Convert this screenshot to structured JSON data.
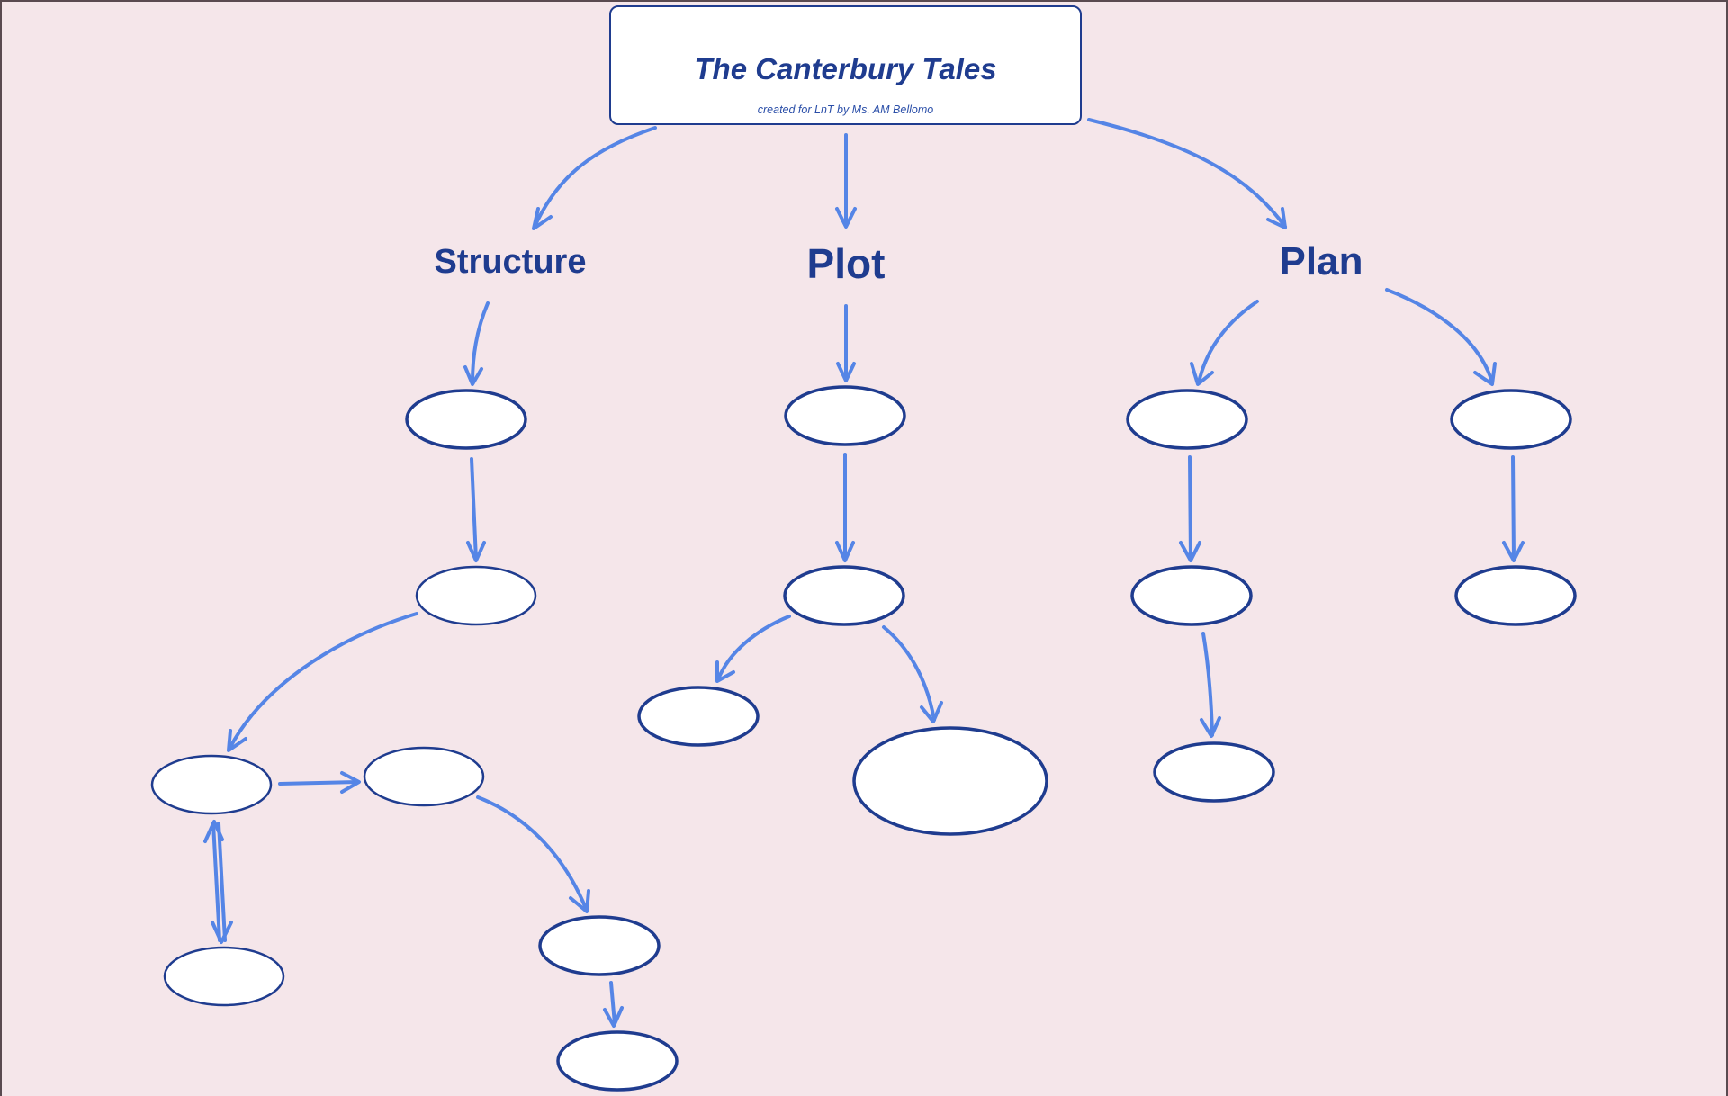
{
  "title_box": {
    "title": "The Canterbury Tales",
    "subtitle": "created for LnT by Ms. AM Bellomo"
  },
  "branches": [
    {
      "id": "structure",
      "label": "Structure"
    },
    {
      "id": "plot",
      "label": "Plot"
    },
    {
      "id": "plan",
      "label": "Plan"
    }
  ],
  "colors": {
    "background": "#f5e6ea",
    "text_dark_blue": "#1f3c8f",
    "arrow_blue": "#5585e6",
    "node_fill": "#ffffff",
    "node_stroke": "#1f3c8f"
  },
  "nodes": [
    {
      "id": "s1",
      "branch": "structure",
      "text": ""
    },
    {
      "id": "s2",
      "branch": "structure",
      "text": ""
    },
    {
      "id": "s3",
      "branch": "structure",
      "text": ""
    },
    {
      "id": "s4",
      "branch": "structure",
      "text": ""
    },
    {
      "id": "s5",
      "branch": "structure",
      "text": ""
    },
    {
      "id": "s6",
      "branch": "structure",
      "text": ""
    },
    {
      "id": "s7",
      "branch": "structure",
      "text": ""
    },
    {
      "id": "p1",
      "branch": "plot",
      "text": ""
    },
    {
      "id": "p2",
      "branch": "plot",
      "text": ""
    },
    {
      "id": "p3",
      "branch": "plot",
      "text": ""
    },
    {
      "id": "p4",
      "branch": "plot",
      "text": ""
    },
    {
      "id": "l1",
      "branch": "plan",
      "text": ""
    },
    {
      "id": "l2",
      "branch": "plan",
      "text": ""
    },
    {
      "id": "l3",
      "branch": "plan",
      "text": ""
    },
    {
      "id": "r1",
      "branch": "plan",
      "text": ""
    },
    {
      "id": "r2",
      "branch": "plan",
      "text": ""
    }
  ],
  "edges": [
    {
      "from": "title",
      "to": "structure",
      "type": "arrow"
    },
    {
      "from": "title",
      "to": "plot",
      "type": "arrow"
    },
    {
      "from": "title",
      "to": "plan",
      "type": "arrow"
    },
    {
      "from": "structure",
      "to": "s1",
      "type": "arrow"
    },
    {
      "from": "s1",
      "to": "s2",
      "type": "arrow"
    },
    {
      "from": "s2",
      "to": "s3",
      "type": "arrow"
    },
    {
      "from": "s3",
      "to": "s4",
      "type": "arrow"
    },
    {
      "from": "s3",
      "to": "s5",
      "type": "double-arrow"
    },
    {
      "from": "s4",
      "to": "s6",
      "type": "arrow"
    },
    {
      "from": "s6",
      "to": "s7",
      "type": "arrow"
    },
    {
      "from": "plot",
      "to": "p1",
      "type": "arrow"
    },
    {
      "from": "p1",
      "to": "p2",
      "type": "arrow"
    },
    {
      "from": "p2",
      "to": "p3",
      "type": "arrow"
    },
    {
      "from": "p2",
      "to": "p4",
      "type": "arrow"
    },
    {
      "from": "plan",
      "to": "l1",
      "type": "arrow"
    },
    {
      "from": "plan",
      "to": "r1",
      "type": "arrow"
    },
    {
      "from": "l1",
      "to": "l2",
      "type": "arrow"
    },
    {
      "from": "l2",
      "to": "l3",
      "type": "arrow"
    },
    {
      "from": "r1",
      "to": "r2",
      "type": "arrow"
    }
  ]
}
